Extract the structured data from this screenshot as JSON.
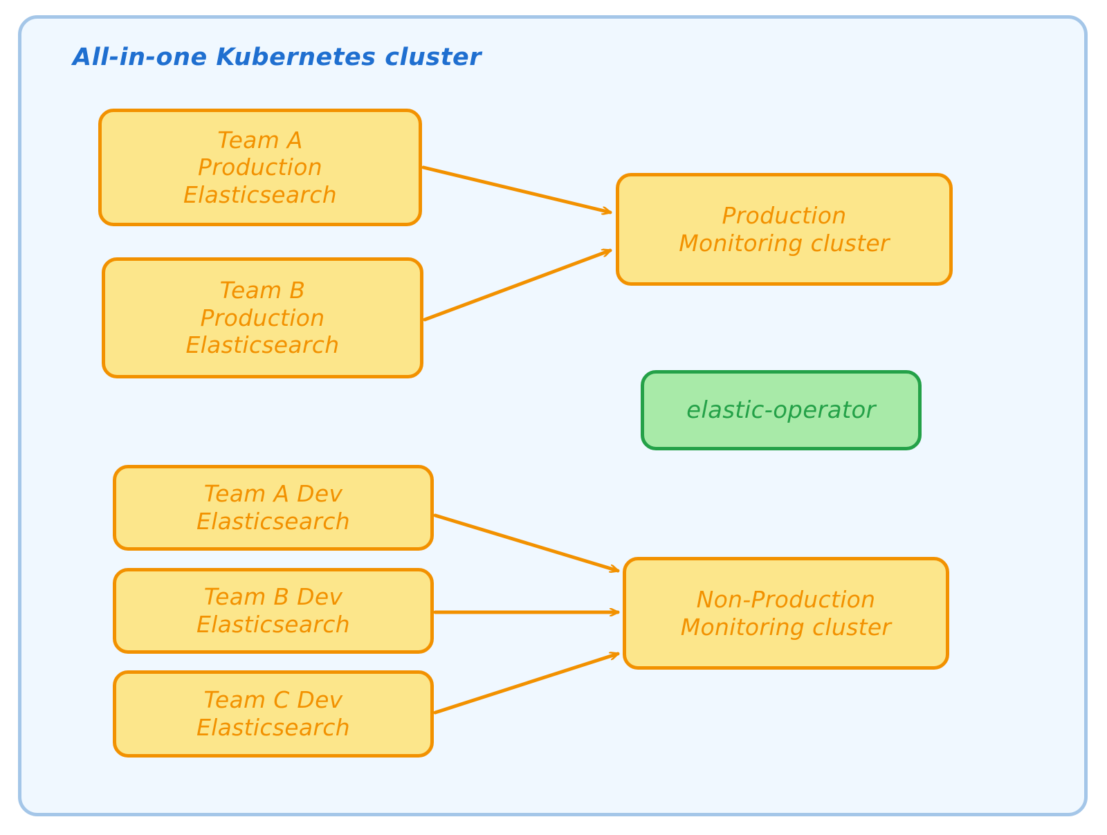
{
  "diagram": {
    "title": "All-in-one Kubernetes cluster",
    "title_color": "#1f6fd0",
    "container_fill": "#f0f8ff",
    "container_border": "#a4c6e8",
    "node_fill_yellow": "#fce68b",
    "node_border_yellow": "#f29100",
    "node_fill_green": "#a8eaa8",
    "node_border_green": "#24a148",
    "arrow_color": "#f29100",
    "nodes": [
      {
        "id": "team-a-prod",
        "label": "Team A\nProduction\nElasticsearch",
        "color": "yellow"
      },
      {
        "id": "team-b-prod",
        "label": "Team B\nProduction\nElasticsearch",
        "color": "yellow"
      },
      {
        "id": "prod-mon",
        "label": "Production\nMonitoring cluster",
        "color": "yellow"
      },
      {
        "id": "elastic-op",
        "label": "elastic-operator",
        "color": "green"
      },
      {
        "id": "team-a-dev",
        "label": "Team A Dev\nElasticsearch",
        "color": "yellow"
      },
      {
        "id": "team-b-dev",
        "label": "Team B Dev\nElasticsearch",
        "color": "yellow"
      },
      {
        "id": "team-c-dev",
        "label": "Team C Dev\nElasticsearch",
        "color": "yellow"
      },
      {
        "id": "nonprod-mon",
        "label": "Non-Production\nMonitoring cluster",
        "color": "yellow"
      }
    ],
    "edges": [
      {
        "from": "team-a-prod",
        "to": "prod-mon"
      },
      {
        "from": "team-b-prod",
        "to": "prod-mon"
      },
      {
        "from": "team-a-dev",
        "to": "nonprod-mon"
      },
      {
        "from": "team-b-dev",
        "to": "nonprod-mon"
      },
      {
        "from": "team-c-dev",
        "to": "nonprod-mon"
      }
    ]
  }
}
